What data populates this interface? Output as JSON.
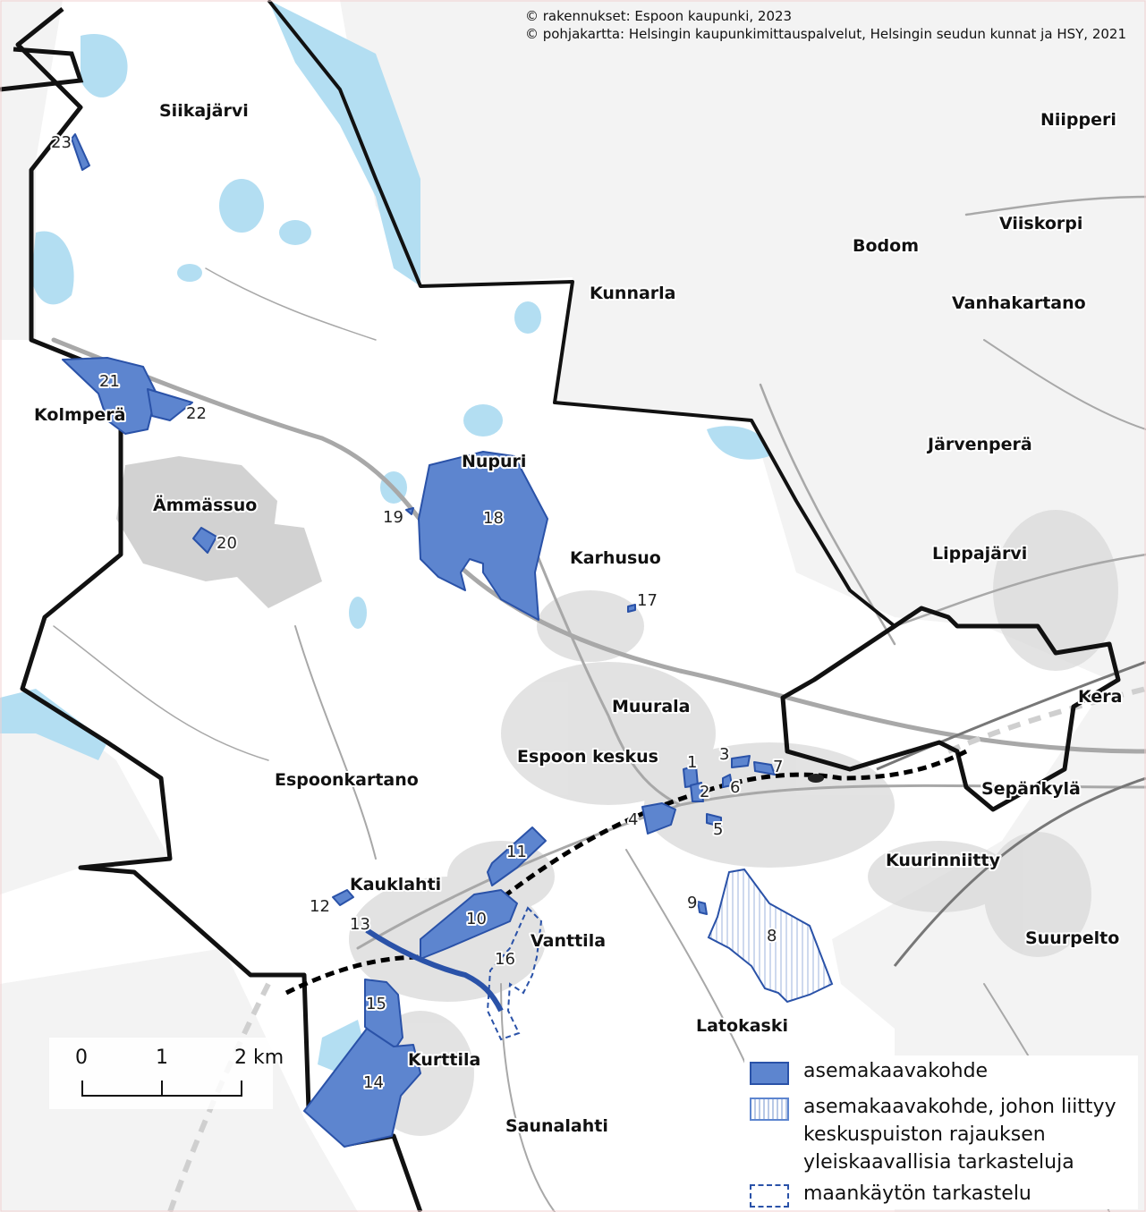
{
  "credits": [
    "© rakennukset: Espoon kaupunki, 2023",
    "© pohjakartta: Helsingin kaupunkimittauspalvelut, Helsingin seudun kunnat ja HSY, 2021"
  ],
  "places": {
    "siikajarvi": "Siikajärvi",
    "niipperi": "Niipperi",
    "viiskorpi": "Viiskorpi",
    "bodom": "Bodom",
    "kunnarla": "Kunnarla",
    "vanhakartano": "Vanhakartano",
    "kolmpera": "Kolmperä",
    "nupuri": "Nupuri",
    "jarvenpera": "Järvenperä",
    "ammassuo": "Ämmässuo",
    "karhusuo": "Karhusuo",
    "lippajarvi": "Lippajärvi",
    "muurala": "Muurala",
    "kera": "Kera",
    "espoon_keskus": "Espoon keskus",
    "espoonkartano": "Espoonkartano",
    "sepankyla": "Sepänkylä",
    "kuurinniitty": "Kuurinniitty",
    "kauklahti": "Kauklahti",
    "vanttila": "Vanttila",
    "suurpelto": "Suurpelto",
    "latokaski": "Latokaski",
    "kurttila": "Kurttila",
    "saunalahti": "Saunalahti"
  },
  "area_numbers": {
    "n1": "1",
    "n2": "2",
    "n3": "3",
    "n4": "4",
    "n5": "5",
    "n6": "6",
    "n7": "7",
    "n8": "8",
    "n9": "9",
    "n10": "10",
    "n11": "11",
    "n12": "12",
    "n13": "13",
    "n14": "14",
    "n15": "15",
    "n16": "16",
    "n17": "17",
    "n18": "18",
    "n19": "19",
    "n20": "20",
    "n21": "21",
    "n22": "22",
    "n23": "23"
  },
  "scale_bar": {
    "t0": "0",
    "t1": "1",
    "t2": "2 km"
  },
  "legend": {
    "plan_area": "asemakaavakohde",
    "plan_area_park": "asemakaavakohde, johon liittyy keskuspuiston rajauksen yleiskaavallisia tarkasteluja",
    "land_use": "maankäytön tarkastelu"
  },
  "colors": {
    "plan_fill": "#5d85cf",
    "plan_stroke": "#2a52a8",
    "water": "#b3def2",
    "boundary": "#111111",
    "rail": "#000000"
  }
}
